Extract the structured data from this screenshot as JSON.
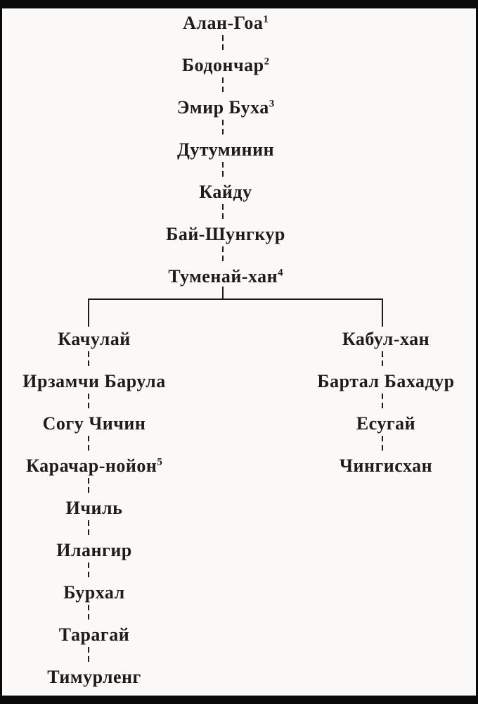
{
  "page": {
    "paper_color": "#faf9f7",
    "frame_color": "#0a0a0a",
    "ink_color": "#1c1c1c"
  },
  "tree": {
    "main_line": [
      {
        "name": "Алан-Гоа",
        "sup": "1"
      },
      {
        "name": "Бодончар",
        "sup": "2"
      },
      {
        "name": "Эмир Буха",
        "sup": "3"
      },
      {
        "name": "Дутуминин"
      },
      {
        "name": "Кайду"
      },
      {
        "name": "Бай-Шунгкур"
      },
      {
        "name": "Туменай-хан",
        "sup": "4"
      }
    ],
    "left_branch": [
      {
        "name": "Качулай"
      },
      {
        "name": "Ирзамчи Барула"
      },
      {
        "name": "Согу Чичин"
      },
      {
        "name": "Карачар-нойон",
        "sup": "5"
      },
      {
        "name": "Ичиль"
      },
      {
        "name": "Илангир"
      },
      {
        "name": "Бурхал"
      },
      {
        "name": "Тарагай"
      },
      {
        "name": "Тимурленг"
      }
    ],
    "right_branch": [
      {
        "name": "Кабул-хан"
      },
      {
        "name": "Бартал Бахадур"
      },
      {
        "name": "Есугай"
      },
      {
        "name": "Чингисхан"
      }
    ]
  }
}
